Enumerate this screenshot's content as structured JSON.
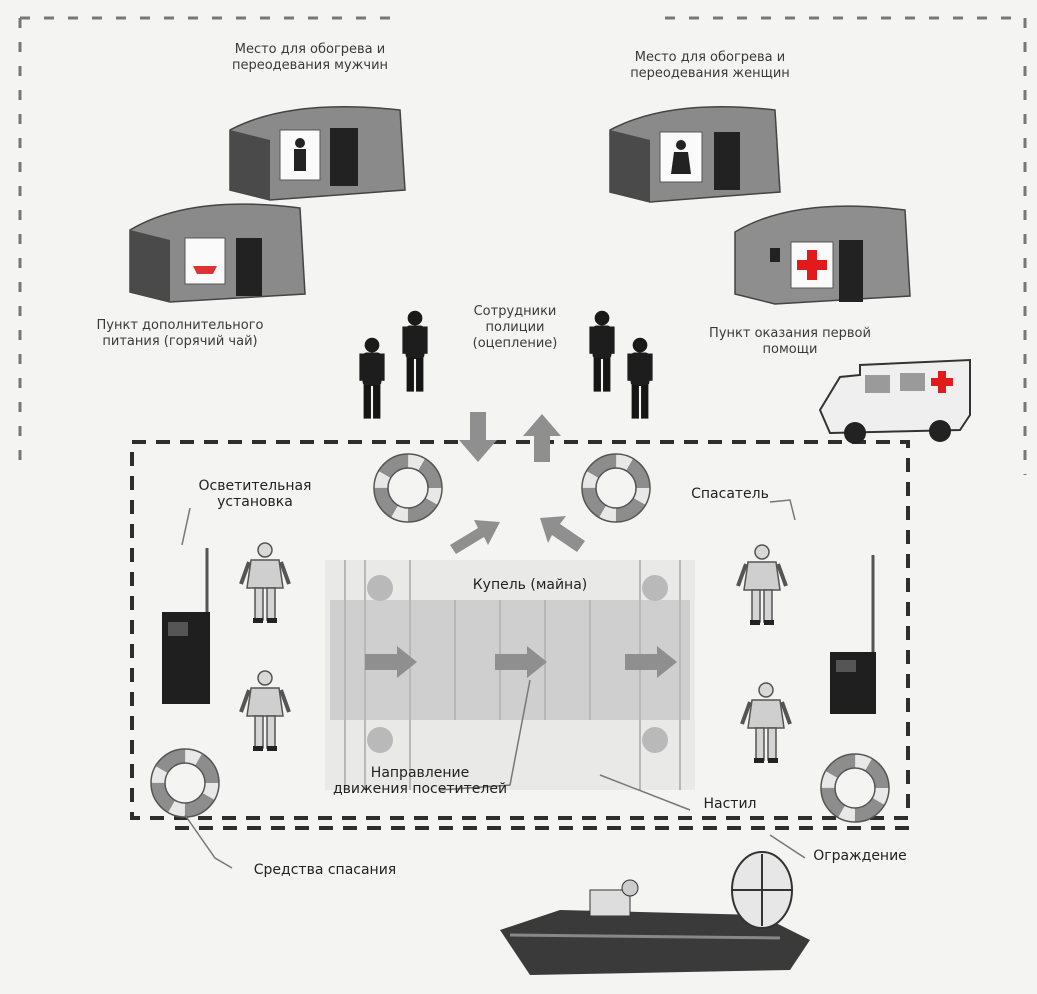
{
  "colors": {
    "tent": "#8a8a8a",
    "tent_dark": "#4a4a4a",
    "cross": "#e11b1b",
    "ring": "#888888",
    "arrow": "#8f8f8f",
    "pool": "#cfcfcf",
    "dash": "#333333"
  },
  "labels": {
    "men_tent": "Место для обогрева и\nпереодевания мужчин",
    "women_tent": "Место для обогрева и\nпереодевания женщин",
    "food_point": "Пункт дополнительного\nпитания (горячий чай)",
    "police": "Сотрудники\nполиции\n(оцепление)",
    "first_aid": "Пункт оказания первой\nпомощи",
    "lighting": "Осветительная\nустановка",
    "rescuer": "Спасатель",
    "pool": "Купель (майна)",
    "direction": "Направление\nдвижения посетителей",
    "deck": "Настил",
    "rescue_means": "Средства спасания",
    "fence": "Ограждение"
  },
  "icons": {
    "tent": "tent-icon",
    "police_officer": "police-officer-icon",
    "rescuer": "rescuer-icon",
    "lifebuoy": "lifebuoy-icon",
    "ambulance": "ambulance-icon",
    "hovercraft": "hovercraft-icon",
    "light_tower": "light-tower-icon",
    "direction_arrow": "arrow-icon"
  }
}
